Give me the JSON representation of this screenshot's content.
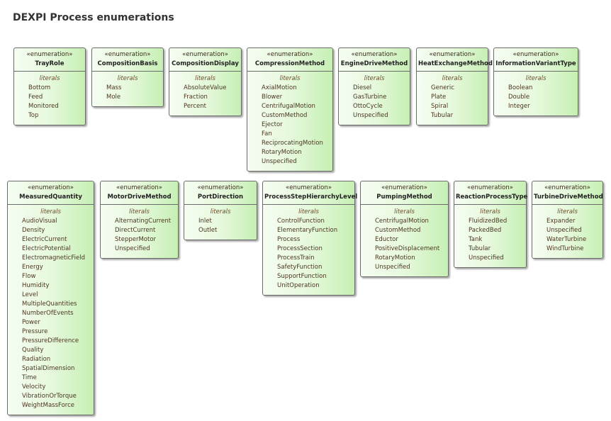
{
  "title": "DEXPI Process enumerations",
  "stereotype": "«enumeration»",
  "literals_label": "literals",
  "enums": [
    {
      "name": "TrayRole",
      "literals": [
        "Bottom",
        "Feed",
        "Monitored",
        "Top"
      ]
    },
    {
      "name": "CompositionBasis",
      "literals": [
        "Mass",
        "Mole"
      ]
    },
    {
      "name": "CompositionDisplay",
      "literals": [
        "AbsoluteValue",
        "Fraction",
        "Percent"
      ]
    },
    {
      "name": "CompressionMethod",
      "literals": [
        "AxialMotion",
        "Blower",
        "CentrifugalMotion",
        "CustomMethod",
        "Ejector",
        "Fan",
        "ReciprocatingMotion",
        "RotaryMotion",
        "Unspecified"
      ]
    },
    {
      "name": "EngineDriveMethod",
      "literals": [
        "Diesel",
        "GasTurbine",
        "OttoCycle",
        "Unspecified"
      ]
    },
    {
      "name": "HeatExchangeMethod",
      "literals": [
        "Generic",
        "Plate",
        "Spiral",
        "Tubular"
      ]
    },
    {
      "name": "InformationVariantType",
      "literals": [
        "Boolean",
        "Double",
        "Integer"
      ]
    },
    {
      "name": "MeasuredQuantity",
      "literals": [
        "AudioVisual",
        "Density",
        "ElectricCurrent",
        "ElectricPotential",
        "ElectromagneticField",
        "Energy",
        "Flow",
        "Humidity",
        "Level",
        "MultipleQuantities",
        "NumberOfEvents",
        "Power",
        "Pressure",
        "PressureDifference",
        "Quality",
        "Radiation",
        "SpatialDimension",
        "Time",
        "Velocity",
        "VibrationOrTorque",
        "WeightMassForce"
      ]
    },
    {
      "name": "MotorDriveMethod",
      "literals": [
        "AlternatingCurrent",
        "DirectCurrent",
        "StepperMotor",
        "Unspecified"
      ]
    },
    {
      "name": "PortDirection",
      "literals": [
        "Inlet",
        "Outlet"
      ]
    },
    {
      "name": "ProcessStepHierarchyLevel",
      "literals": [
        "ControlFunction",
        "ElementaryFunction",
        "Process",
        "ProcessSection",
        "ProcessTrain",
        "SafetyFunction",
        "SupportFunction",
        "UnitOperation"
      ]
    },
    {
      "name": "PumpingMethod",
      "literals": [
        "CentrifugalMotion",
        "CustomMethod",
        "Eductor",
        "PositiveDisplacement",
        "RotaryMotion",
        "Unspecified"
      ]
    },
    {
      "name": "ReactionProcessType",
      "literals": [
        "FluidizedBed",
        "PackedBed",
        "Tank",
        "Tubular",
        "Unspecified"
      ]
    },
    {
      "name": "TurbineDriveMethod",
      "literals": [
        "Expander",
        "Unspecified",
        "WaterTurbine",
        "WindTurbine"
      ]
    }
  ]
}
